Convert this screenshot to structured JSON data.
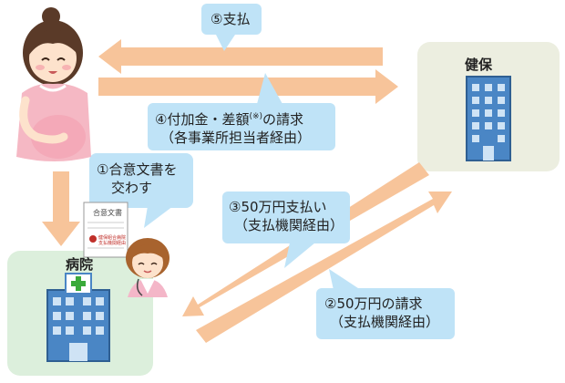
{
  "parties": {
    "hospital": "病院",
    "kenpo": "健保"
  },
  "document": {
    "title": "合意文書",
    "stamp_line1": "健保組合病院",
    "stamp_line2": "支払機関経由"
  },
  "steps": {
    "step1": {
      "line1": "①合意文書を",
      "line2": "交わす"
    },
    "step2": {
      "line1": "②50万円の請求",
      "line2": "（支払機関経由）"
    },
    "step3": {
      "line1": "③50万円支払い",
      "line2": "（支払機関経由）"
    },
    "step4": {
      "main": "④付加金・差額",
      "mark": "(※)",
      "tail": "の請求",
      "line2": "（各事業所担当者経由）"
    },
    "step5": {
      "line1": "⑤支払"
    }
  },
  "colors": {
    "arrow": "#f7c49a",
    "callout": "#bfe3f7",
    "hospital_bg": "#dcefdc",
    "kenpo_bg": "#eceee0",
    "building": "#4a86c5",
    "cross": "#3aaa3a"
  }
}
